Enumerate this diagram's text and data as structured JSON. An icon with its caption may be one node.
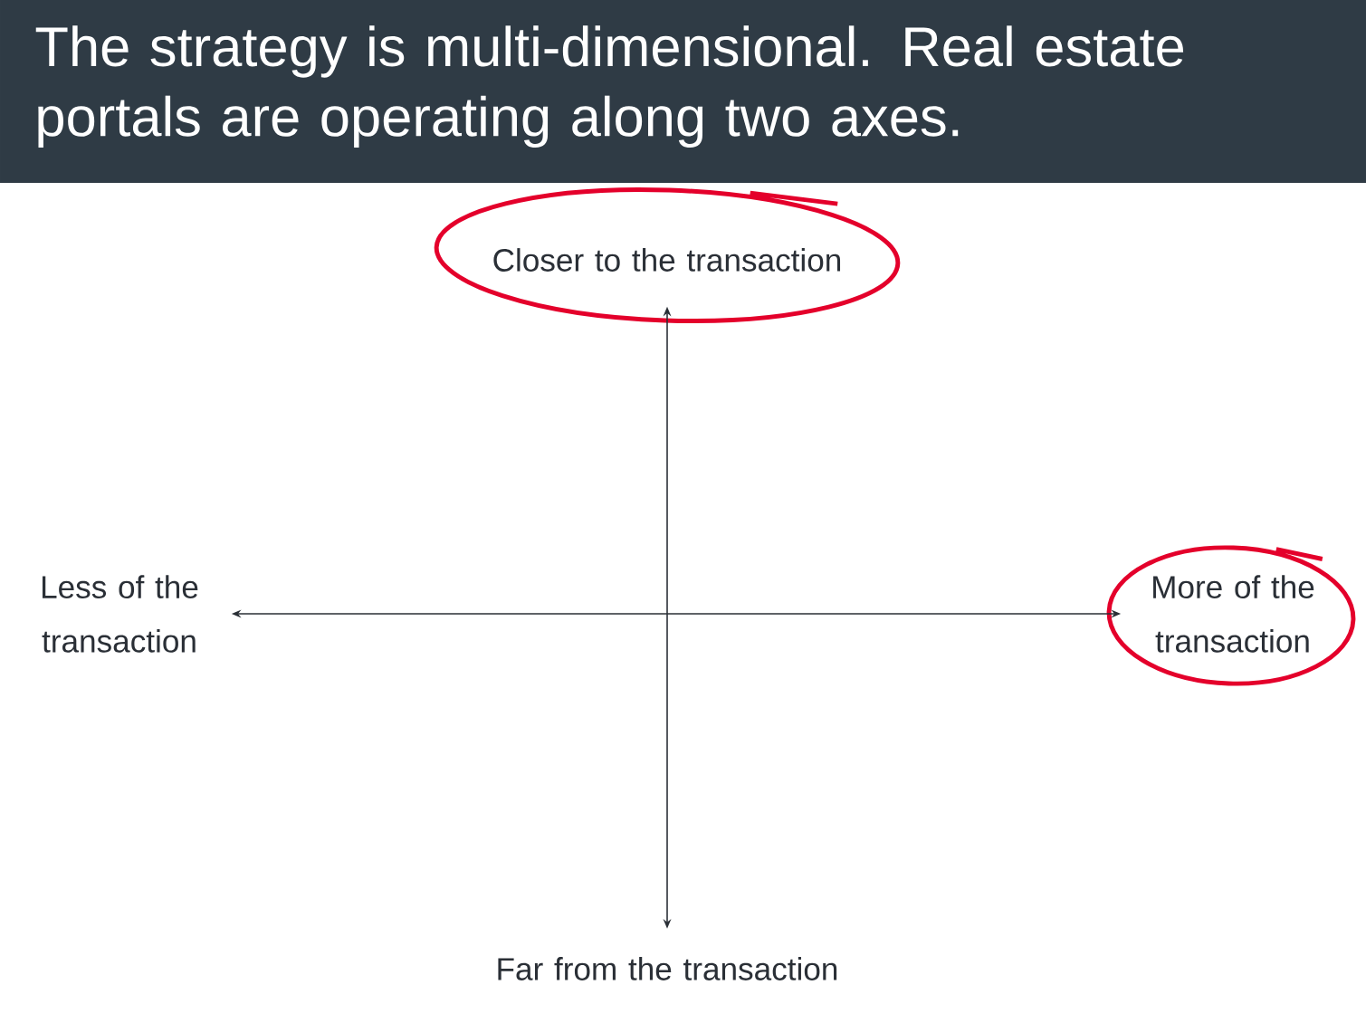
{
  "diagram": {
    "title": "The strategy is multi-dimensional. Real estate portals are operating along two axes.",
    "nodes": [
      {
        "text": [
          "Closer to the transaction"
        ]
      },
      {
        "text": [
          "Less of the transaction"
        ]
      },
      {
        "text": [
          "More of the transaction"
        ]
      },
      {
        "text": [
          "Far from the transaction"
        ]
      }
    ],
    "edges": [
      {
        "from": 3,
        "to": 0,
        "arrow": "both"
      },
      {
        "from": 1,
        "to": 2,
        "arrow": "both"
      }
    ]
  }
}
